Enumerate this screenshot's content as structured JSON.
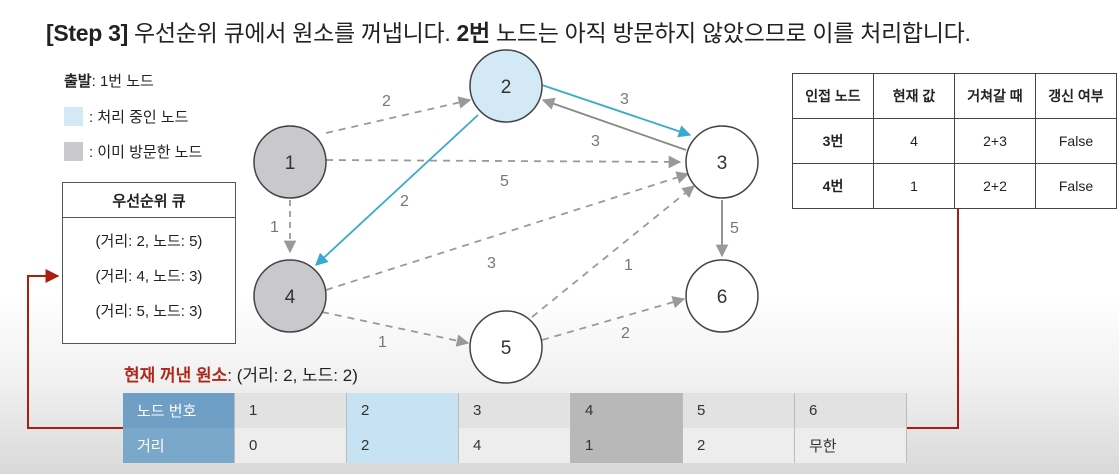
{
  "title": {
    "step": "[Step 3]",
    "part1": " 우선순위 큐에서 원소를 꺼냅니다. ",
    "bold_node": "2번",
    "part2": " 노드는 아직 방문하지 않았으므로 이를 처리합니다."
  },
  "legend": {
    "start_label": "출발",
    "start_value": ": 1번 노드",
    "processing_label": ": 처리 중인 노드",
    "visited_label": ": 이미 방문한 노드",
    "colors": {
      "processing": "#d4e9f6",
      "visited": "#c9c8cd"
    }
  },
  "priority_queue": {
    "title": "우선순위 큐",
    "items": [
      "(거리: 2, 노드: 5)",
      "(거리: 4, 노드: 3)",
      "(거리: 5, 노드: 3)"
    ]
  },
  "graph": {
    "nodes": [
      {
        "id": "1",
        "state": "visited"
      },
      {
        "id": "2",
        "state": "processing"
      },
      {
        "id": "3",
        "state": "default"
      },
      {
        "id": "4",
        "state": "visited"
      },
      {
        "id": "5",
        "state": "default"
      },
      {
        "id": "6",
        "state": "default"
      }
    ],
    "edges": [
      {
        "from": "1",
        "to": "2",
        "weight": "2",
        "style": "dashed"
      },
      {
        "from": "1",
        "to": "3",
        "weight": "5",
        "style": "dashed"
      },
      {
        "from": "1",
        "to": "4",
        "weight": "1",
        "style": "dashed"
      },
      {
        "from": "2",
        "to": "3",
        "weight": "3",
        "style": "active"
      },
      {
        "from": "3",
        "to": "2",
        "weight": "3",
        "style": "solid"
      },
      {
        "from": "2",
        "to": "4",
        "weight": "2",
        "style": "active"
      },
      {
        "from": "3",
        "to": "6",
        "weight": "5",
        "style": "solid"
      },
      {
        "from": "4",
        "to": "3",
        "weight": "3",
        "style": "dashed"
      },
      {
        "from": "4",
        "to": "5",
        "weight": "1",
        "style": "dashed"
      },
      {
        "from": "5",
        "to": "3",
        "weight": "1",
        "style": "dashed"
      },
      {
        "from": "5",
        "to": "6",
        "weight": "2",
        "style": "dashed"
      }
    ],
    "colors": {
      "active": "#3aa9cf",
      "dashed": "#9a9a9a",
      "solid": "#888888"
    }
  },
  "adjacency_table": {
    "headers": [
      "인접 노드",
      "현재 값",
      "거쳐갈 때",
      "갱신 여부"
    ],
    "rows": [
      [
        "3번",
        "4",
        "2+3",
        "False"
      ],
      [
        "4번",
        "1",
        "2+2",
        "False"
      ]
    ]
  },
  "current_element": {
    "label": "현재 꺼낸 원소",
    "value": ": (거리: 2, 노드: 2)"
  },
  "distance_table": {
    "row1_header": "노드 번호",
    "row2_header": "거리",
    "nodes": [
      "1",
      "2",
      "3",
      "4",
      "5",
      "6"
    ],
    "distances": [
      "0",
      "2",
      "4",
      "1",
      "2",
      "무한"
    ],
    "states": [
      "plain",
      "processing",
      "plain",
      "visited",
      "plain",
      "plain"
    ]
  }
}
